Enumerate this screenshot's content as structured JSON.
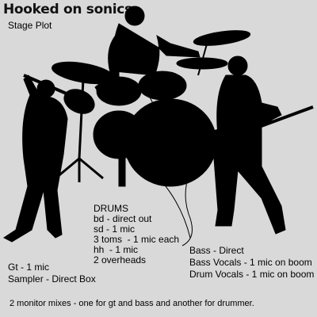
{
  "header": {
    "band_name": "Hooked on sonics",
    "subtitle": "Stage Plot"
  },
  "drums": {
    "heading": "DRUMS",
    "lines": [
      "bd - direct out",
      "sd - 1 mic",
      "3 toms  - 1 mic each",
      "hh  - 1 mic",
      "2 overheads"
    ]
  },
  "guitar": {
    "lines": [
      "Gt - 1 mic",
      "Sampler - Direct Box"
    ]
  },
  "bass": {
    "lines": [
      "Bass - Direct",
      "Bass Vocals - 1 mic on boom",
      "Drum Vocals - 1 mic on boom"
    ]
  },
  "footer": {
    "monitor_note": "2 monitor mixes - one for gt and bass and another for drummer."
  },
  "figures": [
    {
      "name": "guitarist-silhouette",
      "color": "#000000"
    },
    {
      "name": "drummer-with-kit-silhouette",
      "color": "#000000"
    },
    {
      "name": "bassist-silhouette",
      "color": "#000000"
    }
  ]
}
